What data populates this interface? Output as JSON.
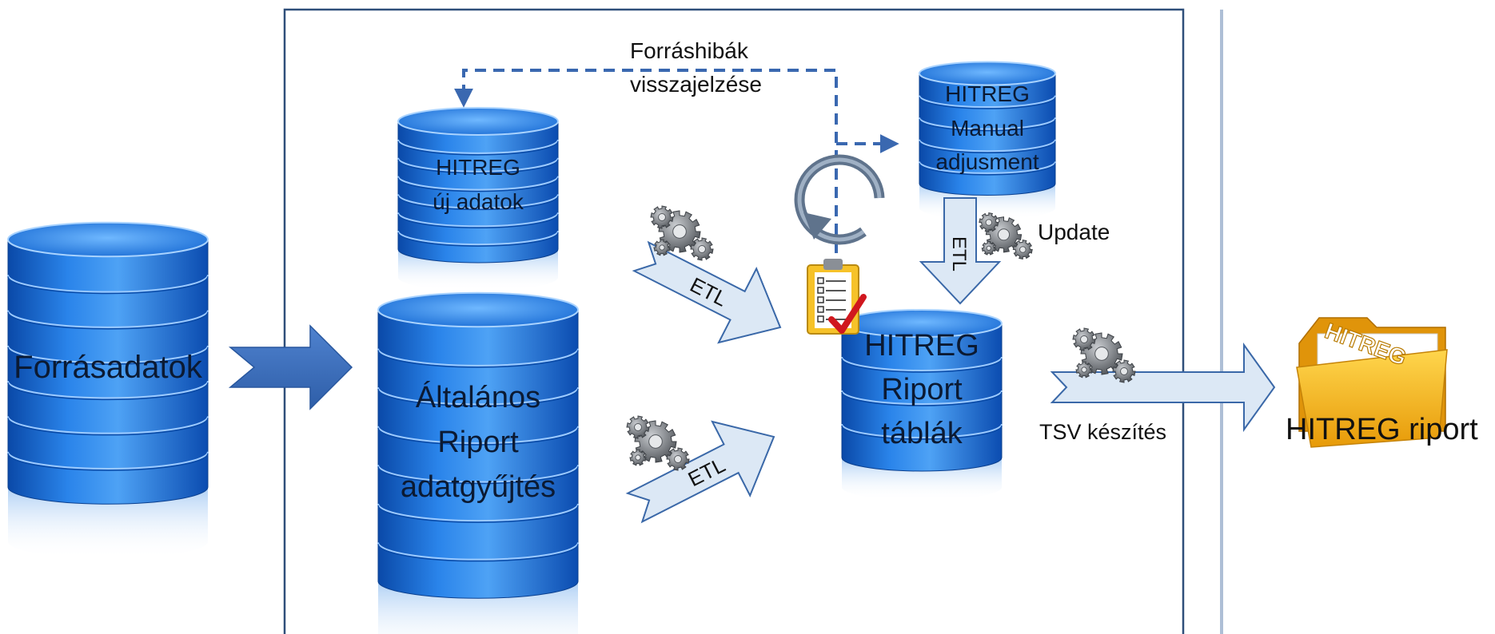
{
  "diagram": {
    "cylinders": {
      "source": {
        "label": "Forrásadatok"
      },
      "new_data": {
        "lines": [
          "HITREG",
          "új adatok"
        ]
      },
      "general": {
        "lines": [
          "Általános",
          "Riport",
          "adatgyűjtés"
        ]
      },
      "manual": {
        "lines": [
          "HITREG",
          "Manual",
          "adjusment"
        ]
      },
      "report_tables": {
        "lines": [
          "HITREG",
          "Riport",
          "táblák"
        ]
      }
    },
    "labels": {
      "feedback": [
        "Forráshibák",
        "visszajelzése"
      ],
      "etl": "ETL",
      "update": "Update",
      "tsv": "TSV készítés",
      "folder_tab": "HITREG",
      "report": "HITREG riport"
    },
    "icons": [
      "gears-icon",
      "refresh-cycle-icon",
      "checklist-icon",
      "folder-icon",
      "arrow-icon",
      "database-icon"
    ],
    "colors": {
      "cylinder": "#2a7fe0",
      "frame": "#2f4f7a",
      "arrow_fill": "#dce8f5",
      "arrow_stroke": "#3a68a8",
      "solid_arrow": "#3a6fc0",
      "dashed": "#3a68b0",
      "folder": "#f2b21a"
    }
  }
}
